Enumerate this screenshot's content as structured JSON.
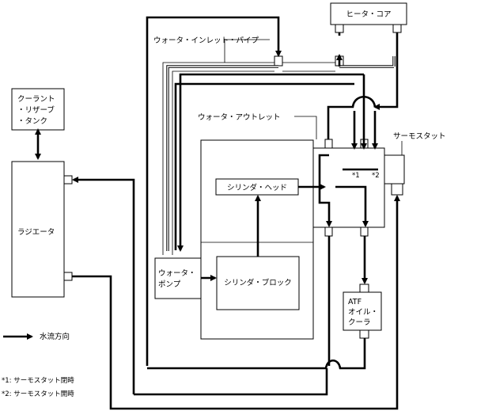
{
  "labels": {
    "heater_core": "ヒータ・コア",
    "water_inlet_pipe": "ウォータ・インレット・パイプ",
    "coolant_reservoir": [
      "クーラント",
      "・リザーブ",
      "・タンク"
    ],
    "water_outlet": "ウォータ・アウトレット",
    "thermostat": "サーモスタット",
    "cylinder_head": "シリンダ・ヘッド",
    "radiator": "ラジエータ",
    "water_pump": [
      "ウォータ・",
      "ポンプ"
    ],
    "cylinder_block": "シリンダ・ブロック",
    "atf_cooler": [
      "ATF",
      "オイル・",
      "クーラ"
    ],
    "mark1": "*1",
    "mark2": "*2",
    "legend_flow": "水流方向",
    "note1": "*1: サーモスタット閉時",
    "note2": "*2: サーモスタット開時"
  }
}
